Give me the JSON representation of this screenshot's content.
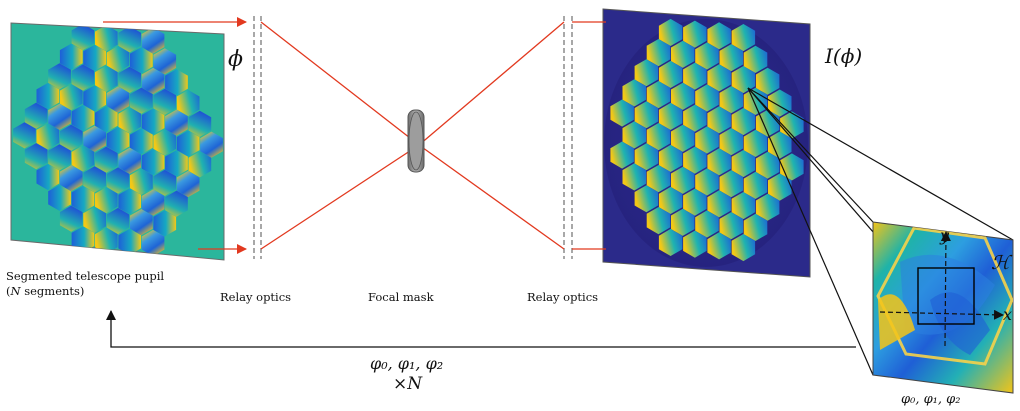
{
  "labels": {
    "pupil_line1": "Segmented telescope pupil",
    "pupil_line2_var": "N",
    "pupil_line2_rest": " segments)",
    "relay_left": "Relay optics",
    "focal_mask": "Focal mask",
    "relay_right": "Relay optics",
    "phi": "ϕ",
    "intensity": "I(ϕ)",
    "feedback_params": "φ₀, φ₁, φ₂",
    "feedback_times": "×N",
    "inset_params": "φ₀, φ₁, φ₂",
    "axis_x": "x",
    "axis_y": "y",
    "hilbert": "ℋ"
  },
  "colors": {
    "beam": "#e2391f",
    "pupil_background": "#2bb69c",
    "detector_background": "#2b2a8a",
    "segment_blue": "#1f6fd6",
    "segment_teal": "#19a7b9",
    "segment_yellow": "#f2c318",
    "mask_gray": "#8b8b8b"
  }
}
